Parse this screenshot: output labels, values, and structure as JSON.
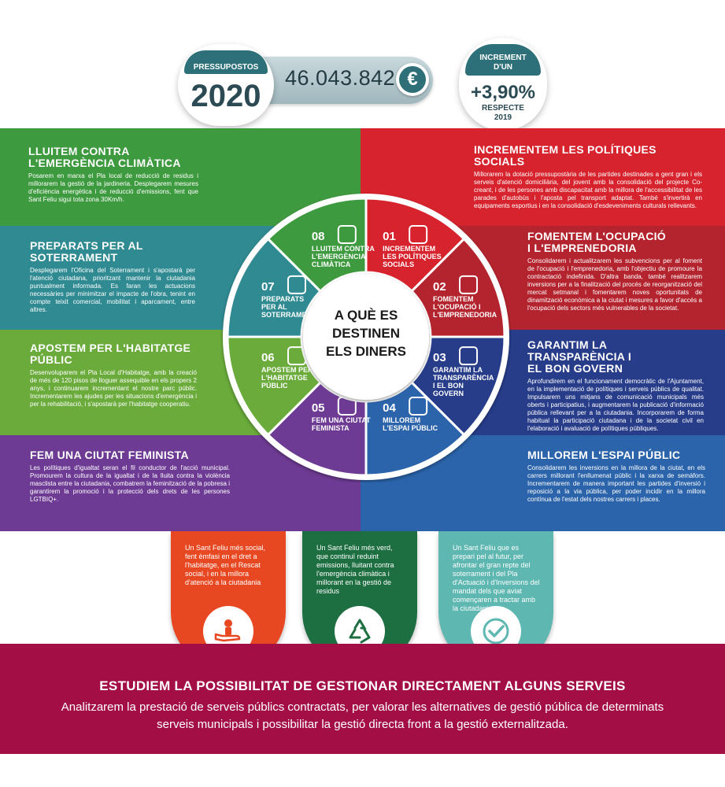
{
  "header": {
    "budget_label": "PRESSUPOSTOS",
    "year": "2020",
    "amount": "46.043.842",
    "currency_symbol": "€",
    "increase_label_1": "INCREMENT",
    "increase_label_2": "D'UN",
    "increase_value": "+3,90%",
    "increase_sub_1": "RESPECTE",
    "increase_sub_2": "2019"
  },
  "center": {
    "line1": "A QUÈ ES",
    "line2": "DESTINEN",
    "line3": "ELS DINERS"
  },
  "panels": {
    "clima": {
      "title_1": "LLUITEM CONTRA",
      "title_2": "L'EMERGÈNCIA CLIMÀTICA",
      "text": "Posarem en marxa el Pla local de reducció de residus i millorarem la gestió de la jardineria. Desplegarem mesures d'eficiència energètica i de reducció d'emissions, fent que Sant Feliu sigui tota zona 30Km/h."
    },
    "soterr": {
      "title_1": "PREPARATS PER AL",
      "title_2": "SOTERRAMENT",
      "text": "Desplegarem l'Oficina del Soterrament i s'apostarà per l'atenció ciutadana, prioritzant mantenir la ciutadania puntualment informada. Es faran les actuacions necessàries per minimitzar el impacte de l'obra, tenint en compte teixit comercial, mobilitat i aparcament, entre altres."
    },
    "habit": {
      "title_1": "APOSTEM PER L'HABITATGE",
      "title_2": "PÚBLIC",
      "text": "Desenvoluparem el Pla Local d'Habitatge, amb la creació de més de 120 pisos de lloguer assequible en els propers 2 anys, i continuarem incrementant el nostre parc públic. Incrementarem les ajudes per les situacions d'emergència i per la rehabilitació, i s'apostarà per l'habitatge cooperatiu."
    },
    "femin": {
      "title_1": "FEM UNA CIUTAT FEMINISTA",
      "text": "Les polítiques d'igualtat seran el fil conductor de l'acció municipal. Promourem la cultura de la igualtat i de la lluita contra la violència masclista entre la ciutadania, combatrem la feminització de la pobresa i garantirem la promoció i la protecció dels drets de les persones LGTBIQ+."
    },
    "social": {
      "title_1": "INCREMENTEM LES POLÍTIQUES SOCIALS",
      "text": "Millorarem la dotació pressupostària de les partides destinades a gent gran i els serveis d'atenció domiciliària, del jovent amb la consolidació del projecte Co-creant, i de les persones amb discapacitat amb la millora de l'accessibilitat de les parades d'autobús i l'aposta pel transport adaptat. També s'invertirà en equipaments esportius i en la consolidació d'esdeveniments culturals rellevants."
    },
    "ocup": {
      "title_1": "FOMENTEM L'OCUPACIÓ",
      "title_2": "I L'EMPRENEDORIA",
      "text": "Consolidarem i actualitzarem les subvencions per al foment de l'ocupació i l'emprenedoria, amb l'objectiu de promoure la contractació indefinida. D'altra banda, també realitzarem inversions per a la finalització del procés de reorganització del mercat setmanal i fomentarem noves oportunitats de dinamització econòmica a la ciutat i mesures a favor d'accés a l'ocupació dels sectors més vulnerables de la societat."
    },
    "transp": {
      "title_1": "GARANTIM LA TRANSPARÈNCIA I",
      "title_2": "EL BON GOVERN",
      "text": "Aprofundirem en el funcionament democràtic de l'Ajuntament, en la implementació de polítiques i serveis públics de qualitat. Impulsarem uns mitjans de comunicació municipals més oberts i participatius, i augmentarem la publicació d'informació pública rellevant per a la ciutadania. Incorporarem de forma habitual la participació ciutadana i de la societat civil en l'elaboració i avaluació de polítiques públiques."
    },
    "espai": {
      "title_1": "MILLOREM L'ESPAI PÚBLIC",
      "text": "Consolidarem les inversions en la millora de la ciutat, en els carrers millorant l'enllumenat públic i la xarxa de semàfors. Incrementarem de manera important les partides d'inversió i reposició a la via pública, per poder incidir en la millora contínua de l'estat dels nostres carrers i places."
    }
  },
  "wheel": [
    {
      "num": "01",
      "l1": "INCREMENTEM",
      "l2": "LES POLÍTIQUES",
      "l3": "SOCIALS",
      "color": "#d7232d",
      "icon": "hand-person-icon"
    },
    {
      "num": "02",
      "l1": "FOMENTEM",
      "l2": "L'OCUPACIÓ I",
      "l3": "L'EMPRENEDORIA",
      "color": "#b4242e",
      "icon": "monitor-chart-icon"
    },
    {
      "num": "03",
      "l1": "GARANTIM LA",
      "l2": "TRANSPARÈNCIA",
      "l3": "I EL BON",
      "l4": "GOVERN",
      "color": "#283d8a",
      "icon": "magnifier-icon"
    },
    {
      "num": "04",
      "l1": "MILLOREM",
      "l2": "L'ESPAI PÚBLIC",
      "color": "#2b64aa",
      "icon": "bench-tree-icon"
    },
    {
      "num": "05",
      "l1": "FEM UNA CIUTAT",
      "l2": "FEMINISTA",
      "color": "#6e3b94",
      "icon": "female-symbol-icon"
    },
    {
      "num": "06",
      "l1": "APOSTEM PER",
      "l2": "L'HABITATGE",
      "l3": "PÚBLIC",
      "color": "#6aab3b",
      "icon": "building-icon"
    },
    {
      "num": "07",
      "l1": "PREPARATS",
      "l2": "PER AL",
      "l3": "SOTERRAMENT",
      "color": "#2f8a92",
      "icon": "train-icon"
    },
    {
      "num": "08",
      "l1": "LLUITEM CONTRA",
      "l2": "L'EMERGÈNCIA",
      "l3": "CLIMÀTICA",
      "color": "#3e9a3f",
      "icon": "recycle-icon"
    }
  ],
  "pillars": [
    {
      "text": "Un Sant Feliu més social, fent èmfasi en el dret a l'habitatge, en el Rescat social, i en la millora d'atenció a la ciutadania",
      "icon": "hand-person-icon",
      "color": "#e84821"
    },
    {
      "text": "Un Sant Feliu més verd, que continuï reduint emissions, lluitant contra l'emergència climàtica i millorant en la gestió de residus",
      "icon": "recycle-icon",
      "color": "#1d6e40"
    },
    {
      "text": "Un Sant Feliu que es prepari pel al futur, per afrontar el gran repte del soterrament i del Pla d'Actuació i d'Inversions del mandat dels que aviat començaren a tractar amb la ciutadania",
      "icon": "check-circle-icon",
      "color": "#5fb7b2"
    }
  ],
  "band": {
    "title": "ESTUDIEM LA POSSIBILITAT DE GESTIONAR DIRECTAMENT ALGUNS SERVEIS",
    "text": "Analitzarem la prestació de serveis públics contractats, per valorar les alternatives de gestió pública de determinats serveis municipals i possibilitar la gestió directa front a la gestió externalitzada."
  }
}
